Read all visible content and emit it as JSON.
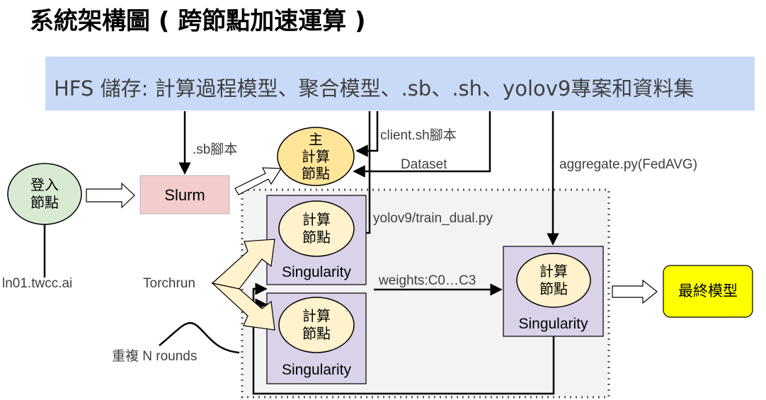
{
  "title": "系統架構圖 ( 跨節點加速運算 )",
  "hfs": {
    "text": "HFS   儲存: 計算過程模型、聚合模型、.sb、.sh、yolov9專案和資料集"
  },
  "login_node": {
    "label": "登入\n節點",
    "host": "ln01.twcc.ai"
  },
  "slurm": {
    "label": "Slurm"
  },
  "master_node": {
    "label": "主\n計算\n節點"
  },
  "edge_labels": {
    "sb_script": ".sb腳本",
    "client_script": "client.sh腳本",
    "dataset": "Dataset",
    "train_script": "yolov9/train_dual.py",
    "aggregate": "aggregate.py(FedAVG)",
    "weights": "weights:C0…C3",
    "torchrun": "Torchrun",
    "repeat": "重複 N rounds"
  },
  "worker_1": {
    "node_label": "計算\n節點",
    "container": "Singularity"
  },
  "worker_2": {
    "node_label": "計算\n節點",
    "container": "Singularity"
  },
  "aggregator": {
    "node_label": "計算\n節點",
    "container": "Singularity"
  },
  "final_model": {
    "label": "最終模型"
  },
  "colors": {
    "hfs_bar": "#c9daf8",
    "login_node": "#d9ead3",
    "slurm": "#f4cccc",
    "compute_node": "#fff2cc",
    "master_node": "#ffe599",
    "singularity": "#d9d2e9",
    "cluster_bg": "#f3f3f3",
    "final_model": "#ffff00",
    "arrow_fill": "#fff2cc"
  }
}
